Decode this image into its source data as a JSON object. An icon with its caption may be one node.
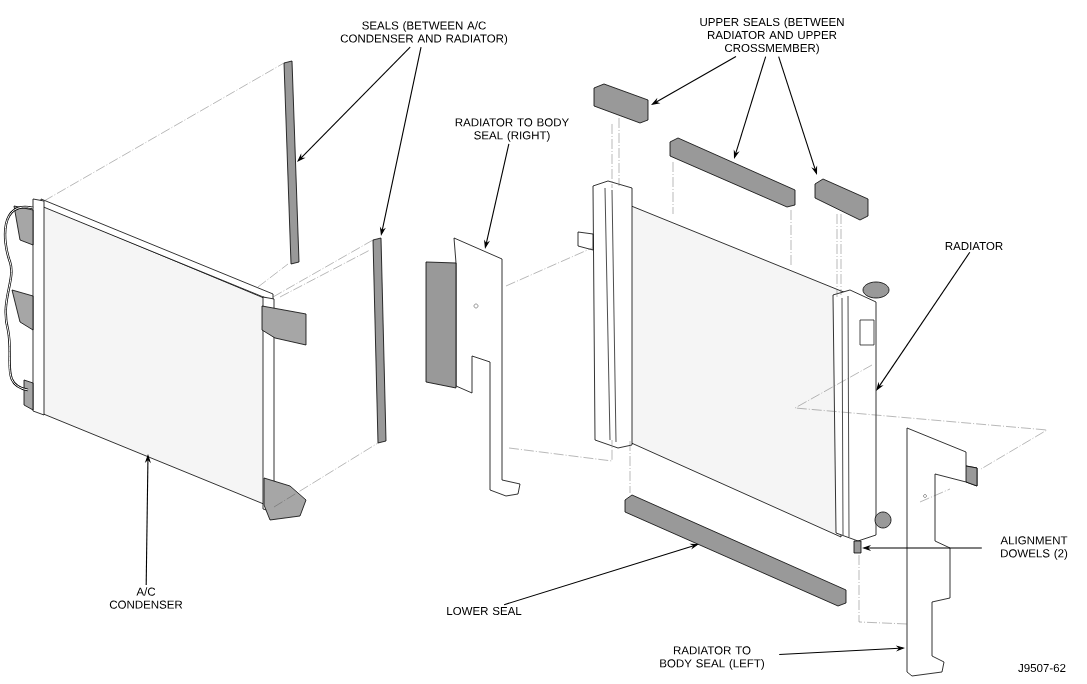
{
  "diagram": {
    "nodes": [
      {
        "text": [
          "SEALS (BETWEEN A/C CONDENSER AND RADIATOR)"
        ]
      },
      {
        "text": [],
        "shape": "bar"
      },
      {
        "text": [],
        "shape": "bar"
      },
      {
        "text": [
          "A/C CONDENSER"
        ]
      },
      {
        "text": [],
        "shape": "picture"
      },
      {
        "text": [
          "RADIATOR TO BODY SEAL (RIGHT)"
        ]
      },
      {
        "text": [],
        "shape": "picture"
      },
      {
        "text": [
          "UPPER SEALS (BETWEEN RADIATOR AND UPPER CROSSMEMBER)"
        ]
      },
      {
        "text": [],
        "shape": "bar"
      },
      {
        "text": [],
        "shape": "bar"
      },
      {
        "text": [],
        "shape": "bar"
      },
      {
        "text": [
          "RADIATOR"
        ]
      },
      {
        "text": [],
        "shape": "picture"
      },
      {
        "text": [
          "ALIGNMENT DOWELS (2)"
        ]
      },
      {
        "text": [],
        "shape": "bar"
      },
      {
        "text": [
          "LOWER SEAL"
        ]
      },
      {
        "text": [],
        "shape": "bar"
      },
      {
        "text": [
          "RADIATOR TO BODY SEAL (LEFT)"
        ]
      },
      {
        "text": [],
        "shape": "picture"
      }
    ],
    "edges": [
      {
        "from": 0,
        "to": 1,
        "arrow": "to"
      },
      {
        "from": 0,
        "to": 2,
        "arrow": "to"
      },
      {
        "from": 3,
        "to": 4,
        "arrow": "to"
      },
      {
        "from": 5,
        "to": 6,
        "arrow": "to"
      },
      {
        "from": 7,
        "to": 8,
        "arrow": "to"
      },
      {
        "from": 7,
        "to": 9,
        "arrow": "to"
      },
      {
        "from": 7,
        "to": 10,
        "arrow": "to"
      },
      {
        "from": 11,
        "to": 12,
        "arrow": "to"
      },
      {
        "from": 13,
        "to": 14,
        "arrow": "to"
      },
      {
        "from": 15,
        "to": 16,
        "arrow": "to"
      },
      {
        "from": 17,
        "to": 18,
        "arrow": "to"
      },
      {
        "from": 4,
        "to": 1,
        "arrow": "none",
        "style": "dashed"
      },
      {
        "from": 4,
        "to": 1,
        "arrow": "none",
        "style": "dashed"
      },
      {
        "from": 4,
        "to": 2,
        "arrow": "none",
        "style": "dashed"
      },
      {
        "from": 4,
        "to": 2,
        "arrow": "none",
        "style": "dashed"
      },
      {
        "from": 4,
        "to": 2,
        "arrow": "none",
        "style": "dashed"
      },
      {
        "from": 6,
        "to": 12,
        "arrow": "none",
        "style": "dashed"
      },
      {
        "from": 6,
        "to": 12,
        "arrow": "none",
        "style": "dashed"
      },
      {
        "from": 8,
        "to": 12,
        "arrow": "none",
        "style": "dashed"
      },
      {
        "from": 8,
        "to": 12,
        "arrow": "none",
        "style": "dashed"
      },
      {
        "from": 9,
        "to": 12,
        "arrow": "none",
        "style": "dashed"
      },
      {
        "from": 9,
        "to": 12,
        "arrow": "none",
        "style": "dashed"
      },
      {
        "from": 10,
        "to": 12,
        "arrow": "none",
        "style": "dashed"
      },
      {
        "from": 10,
        "to": 12,
        "arrow": "none",
        "style": "dashed"
      },
      {
        "from": 12,
        "to": 16,
        "arrow": "none",
        "style": "dashed"
      },
      {
        "from": 14,
        "to": 18,
        "arrow": "none",
        "style": "dashed"
      },
      {
        "from": 12,
        "to": 18,
        "arrow": "none",
        "style": "dashed"
      }
    ],
    "labels": [
      "J9507-62"
    ]
  }
}
